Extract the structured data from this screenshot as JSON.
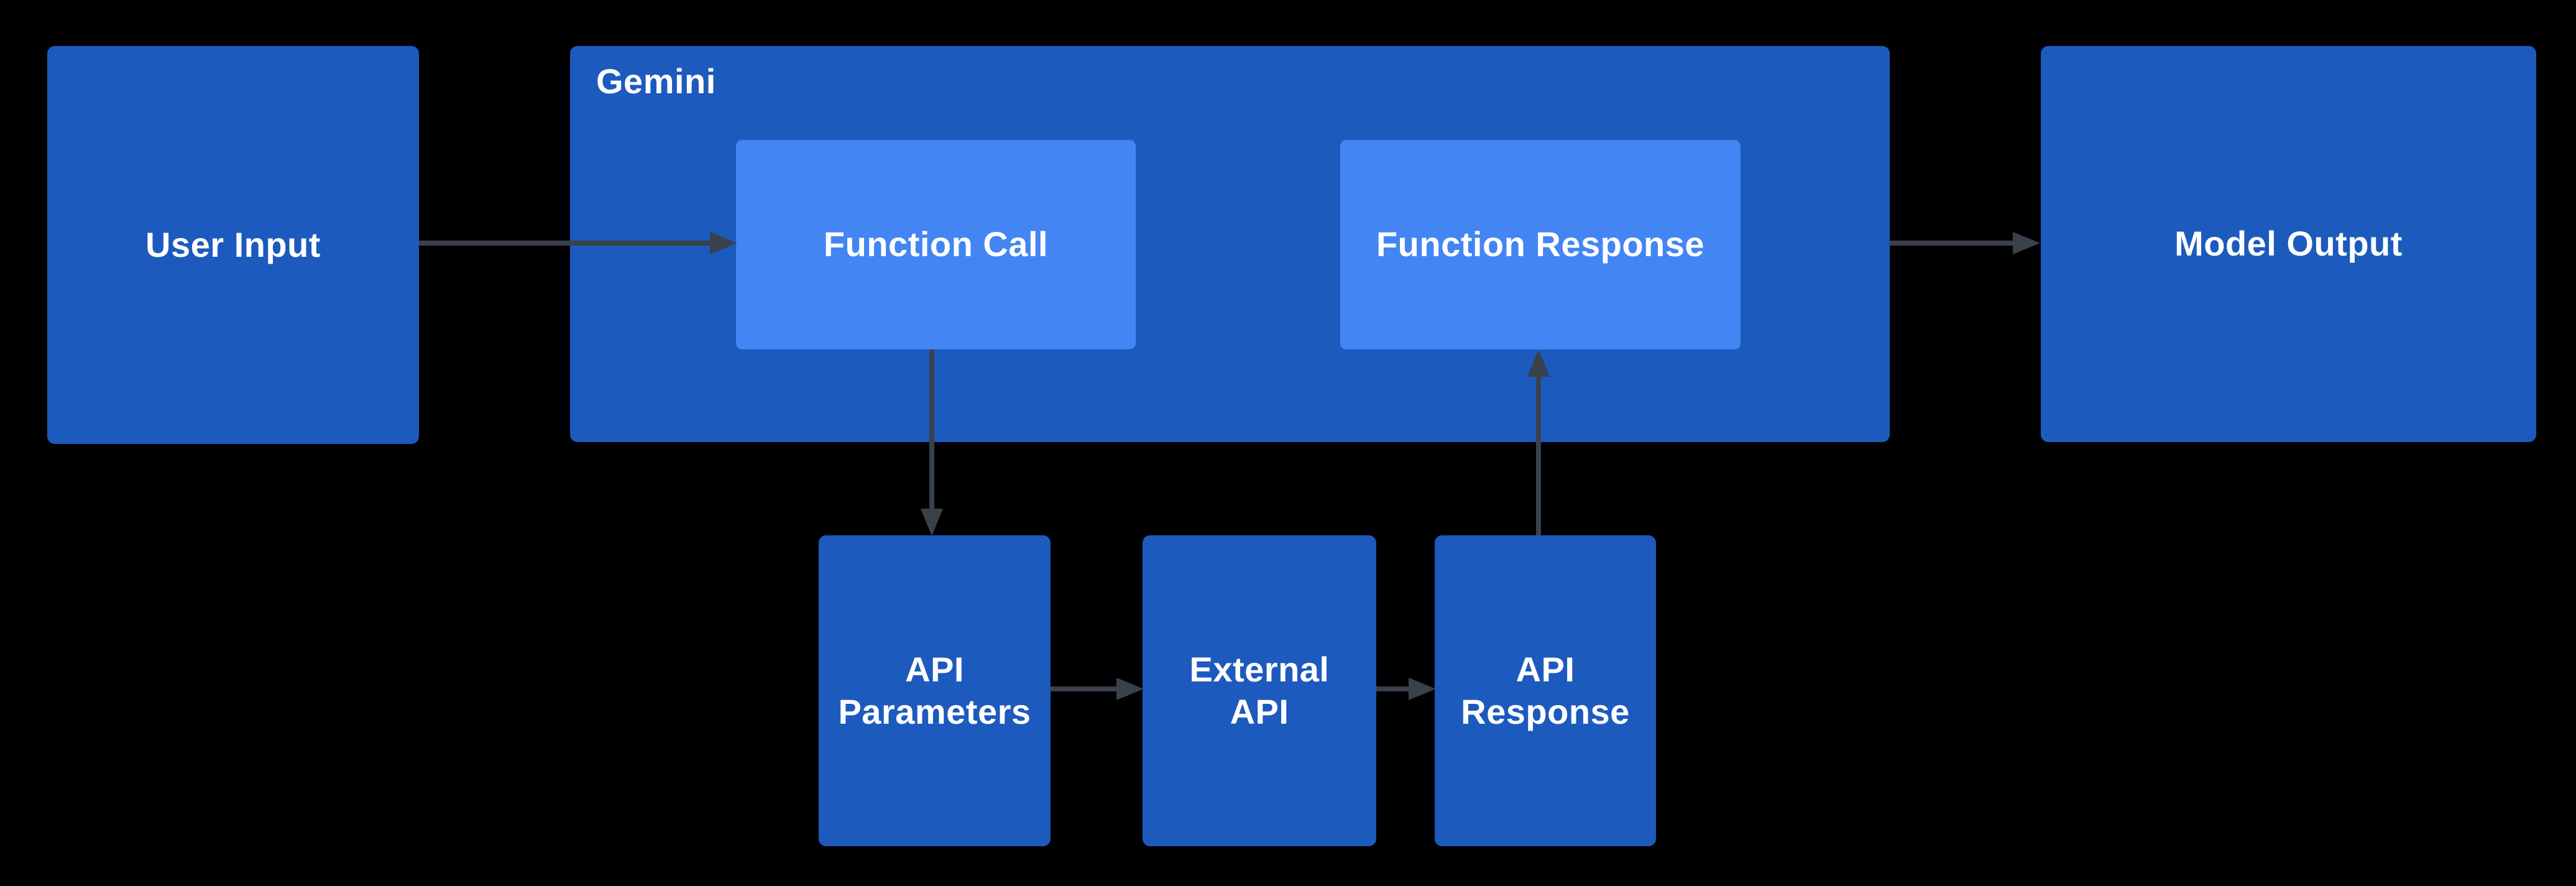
{
  "diagram": {
    "nodes": {
      "user_input": {
        "label": "User Input"
      },
      "gemini": {
        "label": "Gemini"
      },
      "function_call": {
        "label": "Function Call"
      },
      "function_response": {
        "label": "Function Response"
      },
      "model_output": {
        "label": "Model Output"
      },
      "api_parameters": {
        "label": "API\nParameters"
      },
      "external_api": {
        "label": "External\nAPI"
      },
      "api_response": {
        "label": "API\nResponse"
      }
    },
    "colors": {
      "background": "#000000",
      "node_fill": "#1c5abe",
      "inner_node_fill": "#4385f3",
      "arrow": "#3a414b",
      "text": "#ffffff"
    }
  }
}
